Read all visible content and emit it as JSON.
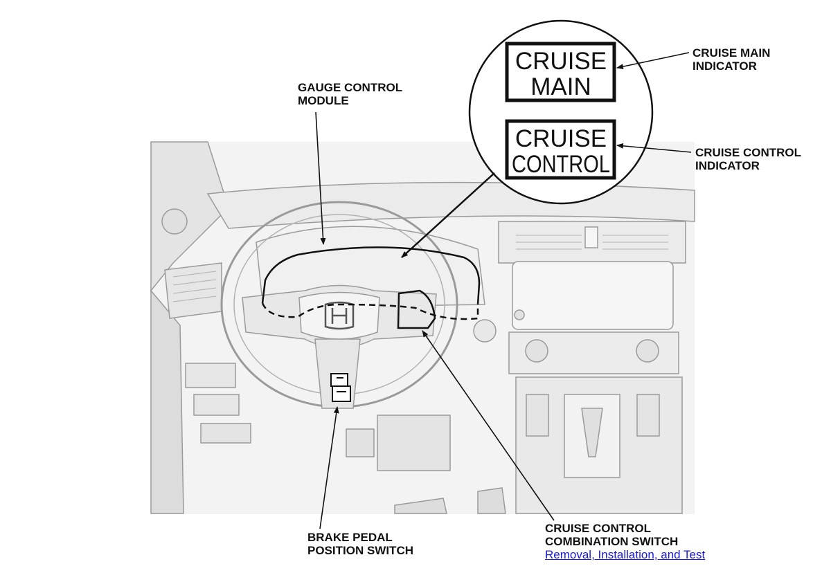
{
  "colors": {
    "line": "#111111",
    "drawing_stroke": "#9a9a9a",
    "drawing_fill": "#efefef",
    "link": "#1a1ad6"
  },
  "callouts": {
    "gauge_control_module": {
      "line1": "GAUGE CONTROL",
      "line2": "MODULE"
    },
    "cruise_main_indicator": {
      "line1": "CRUISE MAIN",
      "line2": "INDICATOR"
    },
    "cruise_control_indicator": {
      "line1": "CRUISE CONTROL",
      "line2": "INDICATOR"
    },
    "brake_pedal_position_switch": {
      "line1": "BRAKE PEDAL",
      "line2": "POSITION SWITCH"
    },
    "cruise_control_combination_switch": {
      "line1": "CRUISE CONTROL",
      "line2": "COMBINATION SWITCH",
      "link": "Removal, Installation, and Test"
    }
  },
  "indicators": {
    "cruise_main": {
      "line1": "CRUISE",
      "line2": "MAIN"
    },
    "cruise_control": {
      "line1": "CRUISE",
      "line2": "CONTROL"
    }
  },
  "icons": [
    "honda-logo-icon"
  ]
}
